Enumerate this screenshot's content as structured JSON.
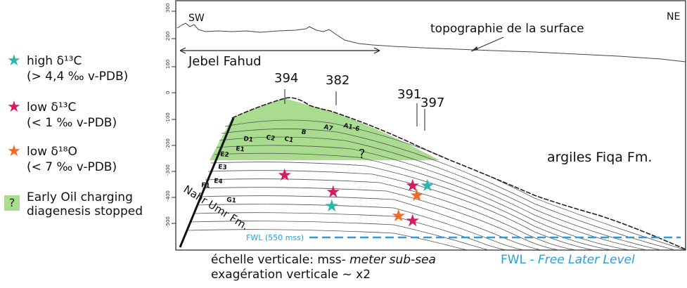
{
  "legend": {
    "items": [
      {
        "symbol": "★",
        "color": "#2db5a9",
        "line1": "high δ¹³C",
        "line2": "(> 4,4 ‰ v-PDB)"
      },
      {
        "symbol": "★",
        "color": "#d81b60",
        "line1": "low δ¹³C",
        "line2": "(< 1 ‰ v-PDB)"
      },
      {
        "symbol": "★",
        "color": "#f26a21",
        "line1": "low δ¹⁸O",
        "line2": "(< 7 ‰ v-PDB)"
      }
    ],
    "box": {
      "symbol": "?",
      "line1": "Early Oil charging",
      "line2": "diagenesis stopped"
    }
  },
  "section": {
    "sw": "SW",
    "ne": "NE",
    "topo_label": "topographie de la surface",
    "jebel": "Jebel Fahud",
    "wells": [
      "394",
      "382",
      "391",
      "397"
    ],
    "units": [
      "A7",
      "A1-6",
      "B",
      "C1",
      "C2",
      "D1",
      "E1",
      "E2",
      "E3",
      "E4",
      "F1",
      "G1"
    ],
    "question_mark": "?",
    "fiqa": "argiles Fiqa Fm.",
    "nahr": "Nahr Umr Fm.",
    "fwl_label": "FWL (550 mss)",
    "depth_ticks": [
      "300",
      "200",
      "100",
      "0",
      "-100",
      "-200",
      "-300",
      "-400",
      "-500"
    ]
  },
  "footer": {
    "line1_plain": "échelle verticale: mss- ",
    "line1_italic": "meter sub-sea",
    "line2": "exagération verticale ~ x2",
    "fwl_abbr": "FWL - ",
    "fwl_full": "Free Later Level"
  },
  "colors": {
    "teal": "#2db5a9",
    "magenta": "#d81b60",
    "orange": "#f26a21",
    "green": "#a9dc8f",
    "fwl_blue": "#2a9fd6"
  }
}
